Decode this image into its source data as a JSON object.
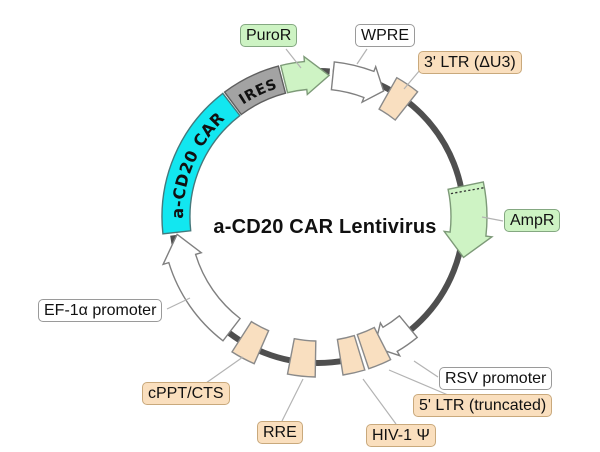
{
  "title": "a-CD20 CAR Lentivirus",
  "colors": {
    "backbone": "#4f4f4f",
    "cds_cyan": "#12e7f0",
    "feature_green": "#cef3c4",
    "feature_tan": "#f9dfc0",
    "feature_gray": "#a3a3a3",
    "feature_white": "#ffffff",
    "label_green_bg": "#cdf3c3",
    "label_tan_bg": "#fadfbe",
    "leader_line": "#b3b3b3"
  },
  "map": {
    "arc_labels": {
      "car": "a-CD20 CAR",
      "ires": "IRES"
    },
    "callouts": [
      {
        "id": "puror",
        "text": "PuroR",
        "style": "green"
      },
      {
        "id": "wpre",
        "text": "WPRE",
        "style": "white"
      },
      {
        "id": "ltr3",
        "text": "3' LTR (ΔU3)",
        "style": "tan"
      },
      {
        "id": "ampr",
        "text": "AmpR",
        "style": "green"
      },
      {
        "id": "rsv",
        "text": "RSV promoter",
        "style": "white"
      },
      {
        "id": "ltr5",
        "text": "5' LTR (truncated)",
        "style": "tan"
      },
      {
        "id": "hiv",
        "text": "HIV-1 Ψ",
        "style": "tan"
      },
      {
        "id": "rre",
        "text": "RRE",
        "style": "tan"
      },
      {
        "id": "cppt",
        "text": "cPPT/CTS",
        "style": "tan"
      },
      {
        "id": "ef1a",
        "text": "EF-1α promoter",
        "style": "white"
      }
    ],
    "features": [
      {
        "name": "rsv-promoter-arrow",
        "kind": "arrow",
        "fill": "#ffffff",
        "stroke": "#808080",
        "start": 140.5,
        "end": 156.5,
        "head": 7,
        "flare": 5,
        "rin": 128,
        "rout": 156
      },
      {
        "name": "5-ltr-truncated-block",
        "kind": "block",
        "fill": "#f9dfc0",
        "stroke": "#8a8a8a",
        "start": 153,
        "end": 161.5,
        "rin": 124,
        "rout": 160
      },
      {
        "name": "hiv-1-psi-block",
        "kind": "block",
        "fill": "#f9dfc0",
        "stroke": "#8a8a8a",
        "start": 163,
        "end": 171,
        "rin": 124,
        "rout": 160
      },
      {
        "name": "rre-block",
        "kind": "block",
        "fill": "#f9dfc0",
        "stroke": "#8a8a8a",
        "start": 181,
        "end": 191,
        "rin": 124,
        "rout": 160
      },
      {
        "name": "cppt-cts-block",
        "kind": "block",
        "fill": "#f9dfc0",
        "stroke": "#8a8a8a",
        "start": 203.5,
        "end": 212.5,
        "rin": 124,
        "rout": 160
      },
      {
        "name": "ef-1a-promoter-arrow",
        "kind": "arrow",
        "fill": "#ffffff",
        "stroke": "#808080",
        "start": 217.5,
        "end": 263,
        "head": 10,
        "flare": 6,
        "rin": 128,
        "rout": 156
      },
      {
        "name": "a-cd20-car-segment",
        "kind": "band",
        "fill": "#12e7f0",
        "stroke": "#45797c",
        "start": 263.8,
        "end": 322.4,
        "rin": 128,
        "rout": 156
      },
      {
        "name": "ires-segment",
        "kind": "band",
        "fill": "#a3a3a3",
        "stroke": "#5f5f5f",
        "start": 323.2,
        "end": 345.3,
        "rin": 128,
        "rout": 156
      },
      {
        "name": "puror-arrow",
        "kind": "arrow",
        "fill": "#cef3c4",
        "stroke": "#7d9a78",
        "start": 346.2,
        "end": 364.5,
        "head": 9.5,
        "flare": 5,
        "rin": 128,
        "rout": 156
      },
      {
        "name": "wpre-arrow",
        "kind": "arrow",
        "fill": "#ffffff",
        "stroke": "#808080",
        "start": 6,
        "end": 27.5,
        "head": 6.5,
        "flare": 5,
        "rin": 128,
        "rout": 156
      },
      {
        "name": "3-ltr-du3-block",
        "kind": "block",
        "fill": "#f9dfc0",
        "stroke": "#8a8a8a",
        "start": 29.5,
        "end": 38.5,
        "rin": 124,
        "rout": 160
      },
      {
        "name": "ampr-arrow",
        "kind": "arrow",
        "fill": "#cef3c4",
        "stroke": "#7d9a78",
        "start": 78,
        "end": 105.5,
        "head": 9,
        "flare": 6,
        "rin": 133,
        "rout": 169
      }
    ]
  }
}
